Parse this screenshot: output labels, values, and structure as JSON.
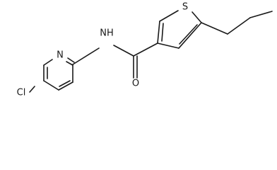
{
  "molecule": {
    "atom_labels": {
      "chlorine": "Cl",
      "pyridine_nitrogen": "N",
      "amide_nitrogen": "NH",
      "carbonyl_oxygen": "O",
      "thiophene_sulfur": "S"
    }
  },
  "colors": {
    "bond": "#1a1a1a",
    "label": "#1a1a1a",
    "background": "#ffffff"
  }
}
